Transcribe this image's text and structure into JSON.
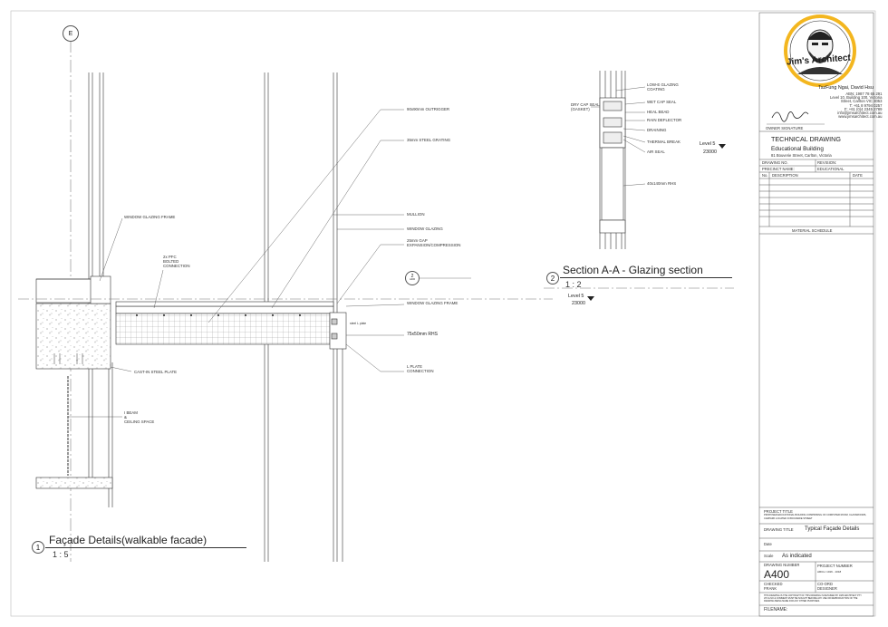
{
  "grid": {
    "marker": "E"
  },
  "detail1": {
    "number": "1",
    "title": "Façade Details(walkable facade)",
    "scale": "1 : 5",
    "labels": {
      "outrigger": "90x90mm OUTRIGGER",
      "grating": "35mm STEEL GRATING",
      "glazing_frame_left": "WINDOW GLAZING FRAME",
      "pfc_1": "2x PFC",
      "pfc_2": "BOLTED",
      "pfc_3": "CONNECTION",
      "mullion": "MULLION",
      "window_glazing": "WINDOW GLAZING",
      "gap_1": "25mm GAP",
      "gap_2": "EXPANSION/COMPRESSION",
      "glazing_frame_right": "WINDOW GLAZING FRAME",
      "rhs": "75x50mm RHS",
      "lplate_1": "L PLATE",
      "lplate_2": "CONNECTION",
      "cast_in": "CAST-IN STEEL PLATE",
      "ibeam_1": "I BEAM",
      "ibeam_2": "&",
      "ibeam_3": "CEILING SPACE",
      "steel_plate": "steel L plate"
    },
    "callout": {
      "number": "2",
      "sheet": "A400"
    }
  },
  "section": {
    "number": "2",
    "title": "Section A-A - Glazing section",
    "scale": "1 : 2",
    "labels": {
      "lowe_1": "LOW-E GLAZING",
      "lowe_2": "COATING",
      "wetcap": "WET CAP SEAL",
      "drycap_1": "DRY CAP SEAL",
      "drycap_2": "(GASKET)",
      "healbead": "HEAL BEAD",
      "rain": "RAIN DEFLECTOR",
      "draining": "DRAINING",
      "thermal": "THERMAL BREAK",
      "airseal": "AIR SEAL",
      "rhs40": "40x140mm RHS"
    },
    "levels": [
      {
        "name": "Level 5",
        "value": "23000"
      },
      {
        "name": "Level 5",
        "value": "23000"
      }
    ]
  },
  "titleblock": {
    "logo_text": "Jim's Architect",
    "names": "TszFung Ngai, David Hsu",
    "address": [
      "ABN: 1987 78 65 291",
      "Level 10, Building 100, Victoria",
      "Street, Carlton VIC 3053",
      "T: +61 8 9794 0257",
      "F: +61 (0)4 2345 2789",
      "info@jimsarchitect.com.au",
      "www.jimsarchitect.com.au"
    ],
    "owner_signature": "OWNER SIGNATURE",
    "technical_drawing": "TECHNICAL DRAWING",
    "project": "Educational Building",
    "project_address": "81 Bouverie Street, Carlton, Victoria",
    "drawing_no": "DRAWING NO.",
    "revision": "REVISION:",
    "precinct_name": "PRECINCT NAME:",
    "precinct_value": "EDUCATIONAL",
    "col_no": "No.",
    "col_description": "DESCRIPTION",
    "col_date": "DATE",
    "material_schedule": "MATERIAL SCHEDULE",
    "project_title": "PROJECT TITLE",
    "project_title_text": [
      "PROPOSED EDUCATIONAL BUILDING COMPRISING OF COMPUTER ROOM, CLASSROOMS,",
      "CARPARK LOCATED IN BOUVERIE STREET"
    ],
    "drawing_title_label": "DRAWING TITLE",
    "drawing_title": "Typical Façade Details",
    "date_label": "Date",
    "scale_label": "Scale",
    "scale_value": "As indicated",
    "drawing_number_label": "DRAWING NUMBER",
    "drawing_number": "A400",
    "project_number_label": "PROJECT NUMBER",
    "project_number": "ARCH. 1016 - 1018",
    "checked_label": "CHECKED",
    "checked_value": "FRANK",
    "coord_label": "CO-ORD",
    "designer_label": "DESIGNER",
    "copyright": [
      "THIS DRAWING IS THE COPYRIGHT OF THIS DRAWING IS RETAINED BY JIMS ARCHITECT PTY",
      "LTD & NO & COMMENT MUST BE SOUGHT BEFORE ANY USE OR REPRODUCTION OF THE",
      "DRAWING BEING MADE FOR ANY OTHER PURPOSES."
    ],
    "filename_label": "FILENAME:"
  },
  "colors": {
    "line": "#333333",
    "accent": "#f3b61f",
    "hatch": "#777777"
  }
}
